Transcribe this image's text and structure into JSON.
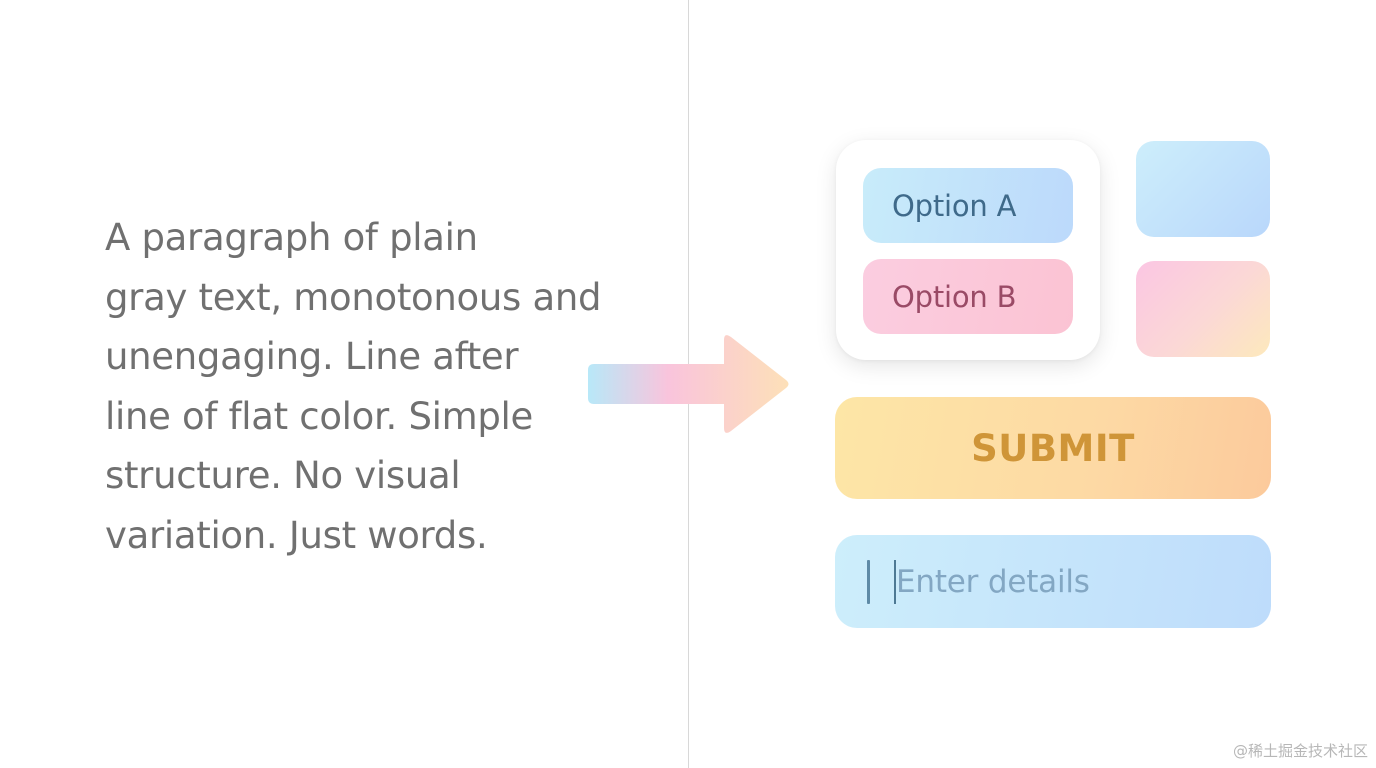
{
  "left_panel": {
    "paragraph_lines": [
      "A paragraph of plain",
      "gray text, monotonous and",
      "unengaging. Line after",
      "line of flat color. Simple",
      "structure. No visual",
      "variation. Just words."
    ]
  },
  "arrow": {
    "icon": "right-arrow-icon",
    "colors": [
      "#b8e8f8",
      "#f9c4dc",
      "#fde0b8"
    ]
  },
  "options": {
    "a_label": "Option A",
    "b_label": "Option B"
  },
  "submit": {
    "label": "SUBMIT"
  },
  "input": {
    "placeholder": "Enter details"
  },
  "watermark": {
    "text": "@稀土掘金技术社区"
  },
  "colors": {
    "text_gray": "#707070",
    "option_a": "#bcd9fb",
    "option_b": "#fbc3d3",
    "submit": "#fdd9a4",
    "input": "#bedcfb"
  }
}
